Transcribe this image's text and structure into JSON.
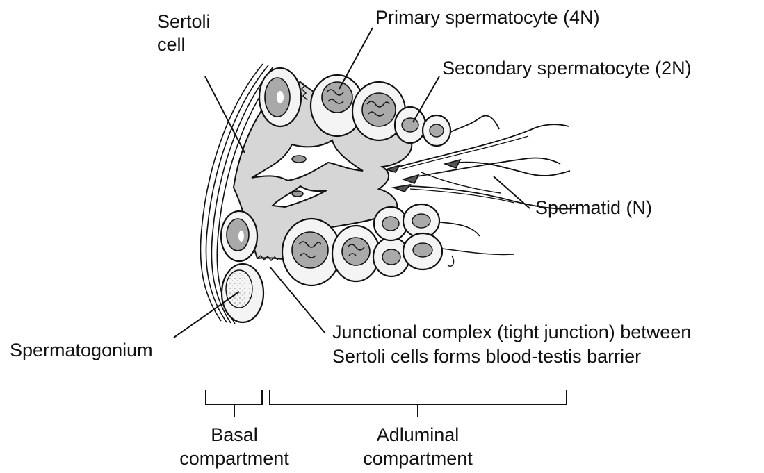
{
  "labels": {
    "sertoli_line1": "Sertoli",
    "sertoli_line2": "cell",
    "primary_spermatocyte": "Primary spermatocyte (4N)",
    "secondary_spermatocyte": "Secondary spermatocyte (2N)",
    "spermatid": "Spermatid (N)",
    "spermatogonium": "Spermatogonium",
    "junction_line1": "Junctional complex (tight junction) between",
    "junction_line2": "Sertoli cells forms blood-testis barrier",
    "basal_line1": "Basal",
    "basal_line2": "compartment",
    "adluminal_line1": "Adluminal",
    "adluminal_line2": "compartment"
  },
  "colors": {
    "ink": "#111111",
    "sertoli_cytoplasm": "#d6d6d6",
    "cell_fill": "#f4f4f4",
    "nucleus_fill": "#a9a9a9",
    "background": "#ffffff"
  }
}
